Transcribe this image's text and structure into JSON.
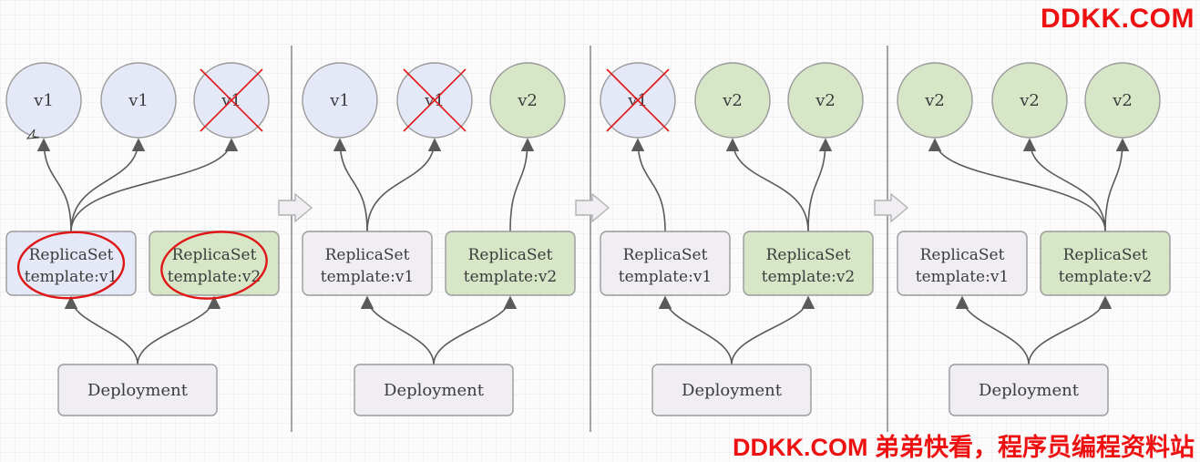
{
  "watermark": {
    "top": "DDKK.COM",
    "bottom": "DDKK.COM 弟弟快看，程序员编程资料站"
  },
  "colors": {
    "v1_fill": "#e4e8f7",
    "v2_fill": "#d6e6c7",
    "neutral_fill": "#f1eef3",
    "stroke": "#9a9a9a",
    "arrow": "#5a5a5a",
    "annotation_red": "#e01515"
  },
  "stages": [
    {
      "pods": [
        {
          "label": "v1",
          "version": "v1",
          "deleted": false
        },
        {
          "label": "v1",
          "version": "v1",
          "deleted": false
        },
        {
          "label": "v1",
          "version": "v1",
          "deleted": true
        }
      ],
      "replicasets": [
        {
          "line1": "ReplicaSet",
          "line2": "template:v1",
          "style": "v1",
          "circled": true
        },
        {
          "line1": "ReplicaSet",
          "line2": "template:v2",
          "style": "v2",
          "circled": true
        }
      ],
      "deployment": "Deployment",
      "pod_owner": [
        0,
        0,
        0
      ]
    },
    {
      "pods": [
        {
          "label": "v1",
          "version": "v1",
          "deleted": false
        },
        {
          "label": "v1",
          "version": "v1",
          "deleted": true
        },
        {
          "label": "v2",
          "version": "v2",
          "deleted": false
        }
      ],
      "replicasets": [
        {
          "line1": "ReplicaSet",
          "line2": "template:v1",
          "style": "neutral",
          "circled": false
        },
        {
          "line1": "ReplicaSet",
          "line2": "template:v2",
          "style": "v2",
          "circled": false
        }
      ],
      "deployment": "Deployment",
      "pod_owner": [
        0,
        0,
        1
      ]
    },
    {
      "pods": [
        {
          "label": "v1",
          "version": "v1",
          "deleted": true
        },
        {
          "label": "v2",
          "version": "v2",
          "deleted": false
        },
        {
          "label": "v2",
          "version": "v2",
          "deleted": false
        }
      ],
      "replicasets": [
        {
          "line1": "ReplicaSet",
          "line2": "template:v1",
          "style": "neutral",
          "circled": false
        },
        {
          "line1": "ReplicaSet",
          "line2": "template:v2",
          "style": "v2",
          "circled": false
        }
      ],
      "deployment": "Deployment",
      "pod_owner": [
        0,
        1,
        1
      ]
    },
    {
      "pods": [
        {
          "label": "v2",
          "version": "v2",
          "deleted": false
        },
        {
          "label": "v2",
          "version": "v2",
          "deleted": false
        },
        {
          "label": "v2",
          "version": "v2",
          "deleted": false
        }
      ],
      "replicasets": [
        {
          "line1": "ReplicaSet",
          "line2": "template:v1",
          "style": "neutral",
          "circled": false
        },
        {
          "line1": "ReplicaSet",
          "line2": "template:v2",
          "style": "v2",
          "circled": false
        }
      ],
      "deployment": "Deployment",
      "pod_owner": [
        1,
        1,
        1
      ]
    }
  ]
}
